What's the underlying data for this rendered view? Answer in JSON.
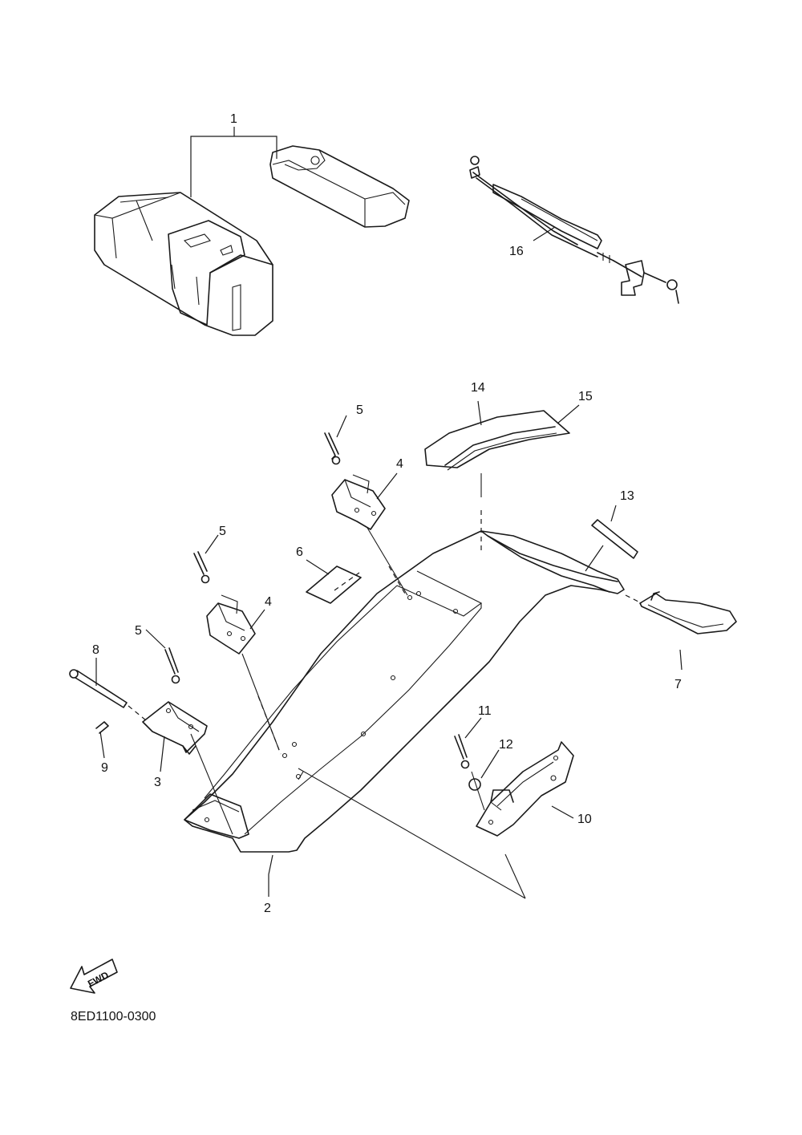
{
  "callouts": {
    "c1": "1",
    "c2": "2",
    "c3": "3",
    "c4a": "4",
    "c4b": "4",
    "c5a": "5",
    "c5b": "5",
    "c5c": "5",
    "c6": "6",
    "c7": "7",
    "c8": "8",
    "c9": "9",
    "c10": "10",
    "c11": "11",
    "c12": "12",
    "c13": "13",
    "c14": "14",
    "c15": "15",
    "c16": "16"
  },
  "fwd_label": "FWD",
  "diagram_code": "8ED1100-0300"
}
